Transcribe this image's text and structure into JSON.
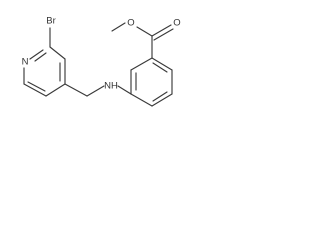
{
  "molecule": {
    "atoms": {
      "br": "Br",
      "n_ring": "N",
      "nh": "NH",
      "o_carbonyl": "O",
      "o_ester": "O"
    },
    "colors": {
      "bond": "#3a3a3a",
      "label": "#333333",
      "background": "#ffffff"
    }
  }
}
